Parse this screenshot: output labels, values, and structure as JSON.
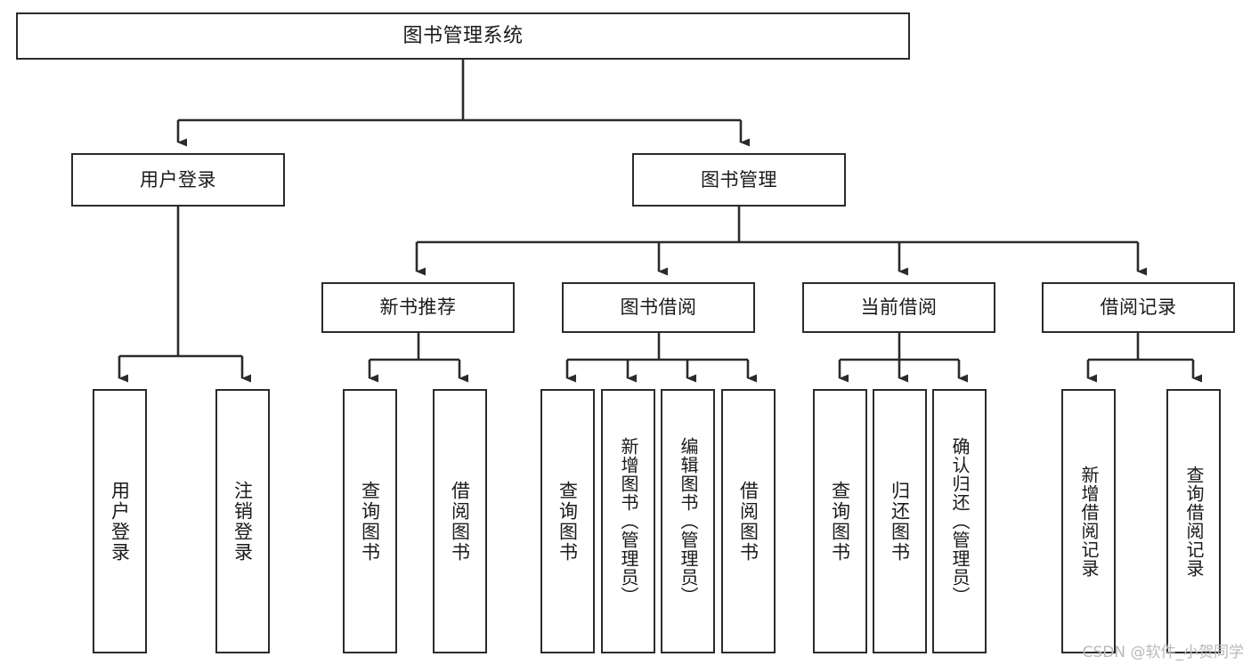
{
  "diagram": {
    "type": "tree",
    "title": "图书管理系统",
    "orientation": "top-down",
    "colors": {
      "box_border": "#2b2b2b",
      "box_fill": "#ffffff",
      "connector": "#2b2b2b",
      "background": "#ffffff",
      "watermark": "#b9b9b9"
    },
    "root": {
      "label": "图书管理系统"
    },
    "level2": [
      {
        "label": "用户登录"
      },
      {
        "label": "图书管理"
      }
    ],
    "level3": [
      {
        "label": "新书推荐"
      },
      {
        "label": "图书借阅"
      },
      {
        "label": "当前借阅"
      },
      {
        "label": "借阅记录"
      }
    ],
    "leaves": {
      "user_login": [
        {
          "label": "用户登录"
        },
        {
          "label": "注销登录"
        }
      ],
      "new_book_recommend": [
        {
          "label": "查询图书"
        },
        {
          "label": "借阅图书"
        }
      ],
      "book_borrow": [
        {
          "label": "查询图书"
        },
        {
          "label": "新增图书（管理员）"
        },
        {
          "label": "编辑图书（管理员）"
        },
        {
          "label": "借阅图书"
        }
      ],
      "current_borrow": [
        {
          "label": "查询图书"
        },
        {
          "label": "归还图书"
        },
        {
          "label": "确认归还（管理员）"
        }
      ],
      "borrow_record": [
        {
          "label": "新增借阅记录"
        },
        {
          "label": "查询借阅记录"
        }
      ]
    }
  },
  "watermark": {
    "text": "CSDN @软件_小贺同学"
  }
}
